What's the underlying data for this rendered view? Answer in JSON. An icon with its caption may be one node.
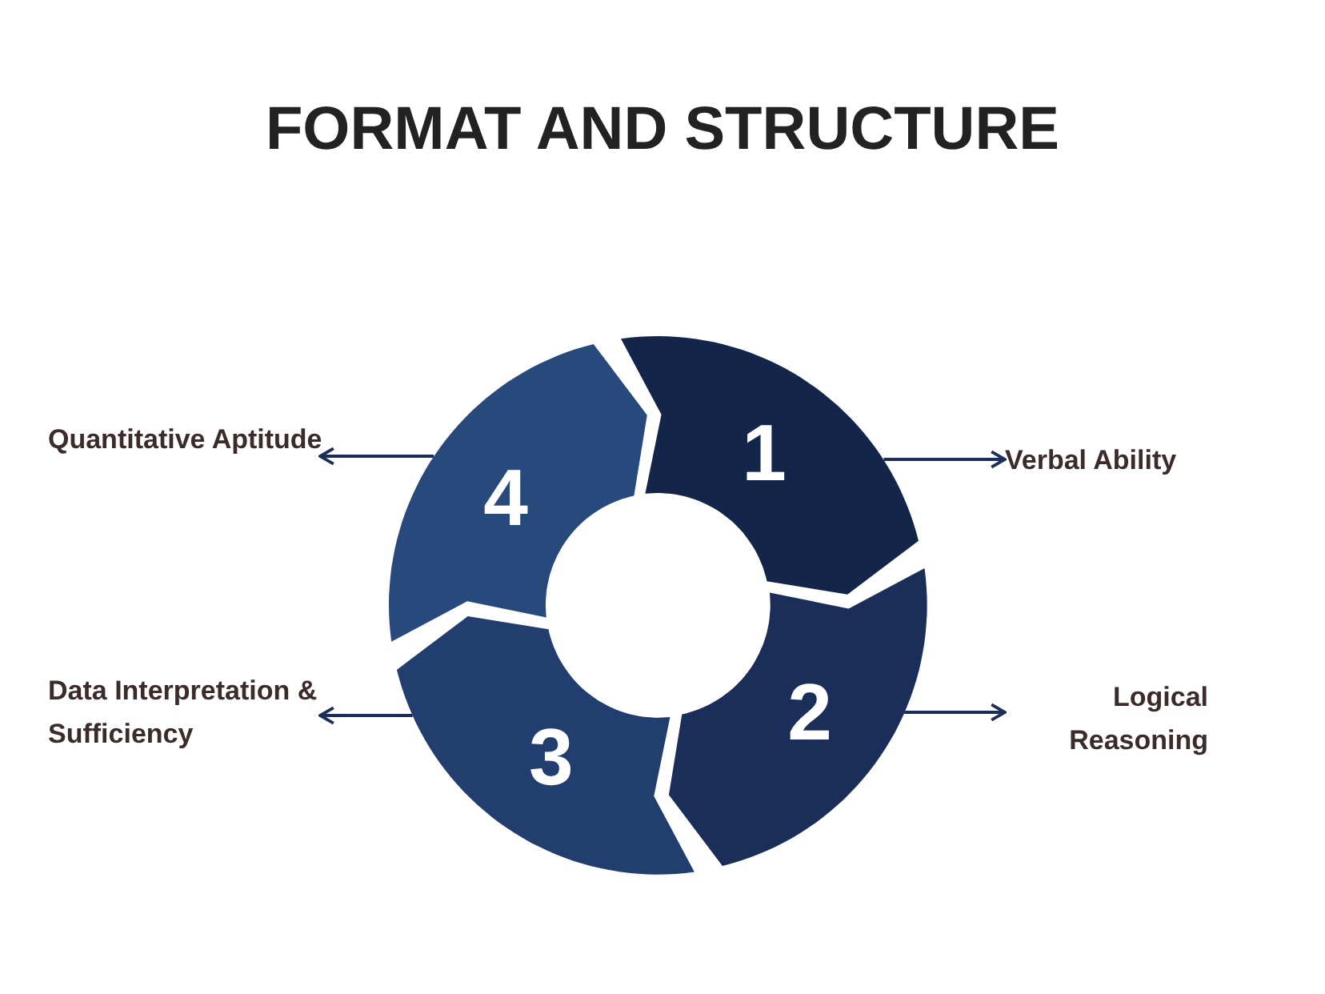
{
  "diagram": {
    "title": "FORMAT AND STRUCTURE",
    "nodes": [
      {
        "text": [
          "1"
        ]
      },
      {
        "text": [
          "Verbal Ability"
        ]
      },
      {
        "text": [
          "2"
        ]
      },
      {
        "text": [
          "Logical Reasoning"
        ]
      },
      {
        "text": [
          "3"
        ]
      },
      {
        "text": [
          "Data Interpretation & Sufficiency"
        ]
      },
      {
        "text": [
          "4"
        ]
      },
      {
        "text": [
          "Quantitative Aptitude"
        ]
      }
    ],
    "edges": [
      {
        "from": 0,
        "to": 1,
        "arrow": "to"
      },
      {
        "from": 2,
        "to": 3,
        "arrow": "to"
      },
      {
        "from": 4,
        "to": 5,
        "arrow": "to"
      },
      {
        "from": 6,
        "to": 7,
        "arrow": "to"
      }
    ]
  }
}
